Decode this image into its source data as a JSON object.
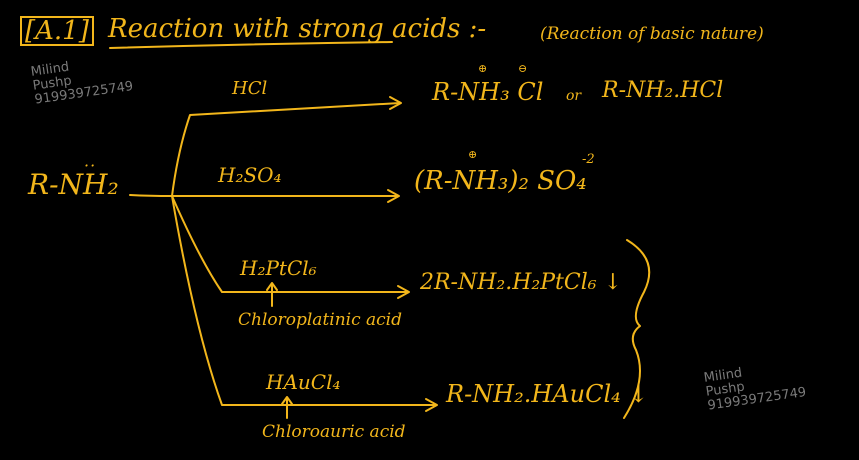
{
  "header": {
    "section": "[A.1]",
    "title": "Reaction with strong acids :-",
    "note": "(Reaction of basic nature)"
  },
  "reactant": "R-NH₂",
  "reagents": {
    "hcl": "HCl",
    "h2so4": "H₂SO₄",
    "h2ptcl6": "H₂PtCl₆",
    "haucl4": "HAuCl₄"
  },
  "reagent_names": {
    "h2ptcl6": "Chloroplatinic acid",
    "haucl4": "Chloroauric acid"
  },
  "products": {
    "hcl": "R-NH₃ Cl",
    "hcl_or": "or",
    "hcl_alt": "R-NH₂.HCl",
    "h2so4": "(R-NH₃)₂ SO₄",
    "h2so4_charge": "-2",
    "h2ptcl6": "2R-NH₂.H₂PtCl₆ ↓",
    "haucl4": "R-NH₂.HAuCl₄ ↓"
  },
  "charges": {
    "plus": "⊕",
    "minus": "⊖"
  },
  "watermarks": [
    {
      "line1": "Milind",
      "line2": "Pushp",
      "line3": "919939725749"
    },
    {
      "line1": "Milind",
      "line2": "Pushp",
      "line3": "919939725749"
    }
  ],
  "colors": {
    "ink": "#f2b61b",
    "background": "#000000",
    "watermark": "#7a7a7a"
  }
}
